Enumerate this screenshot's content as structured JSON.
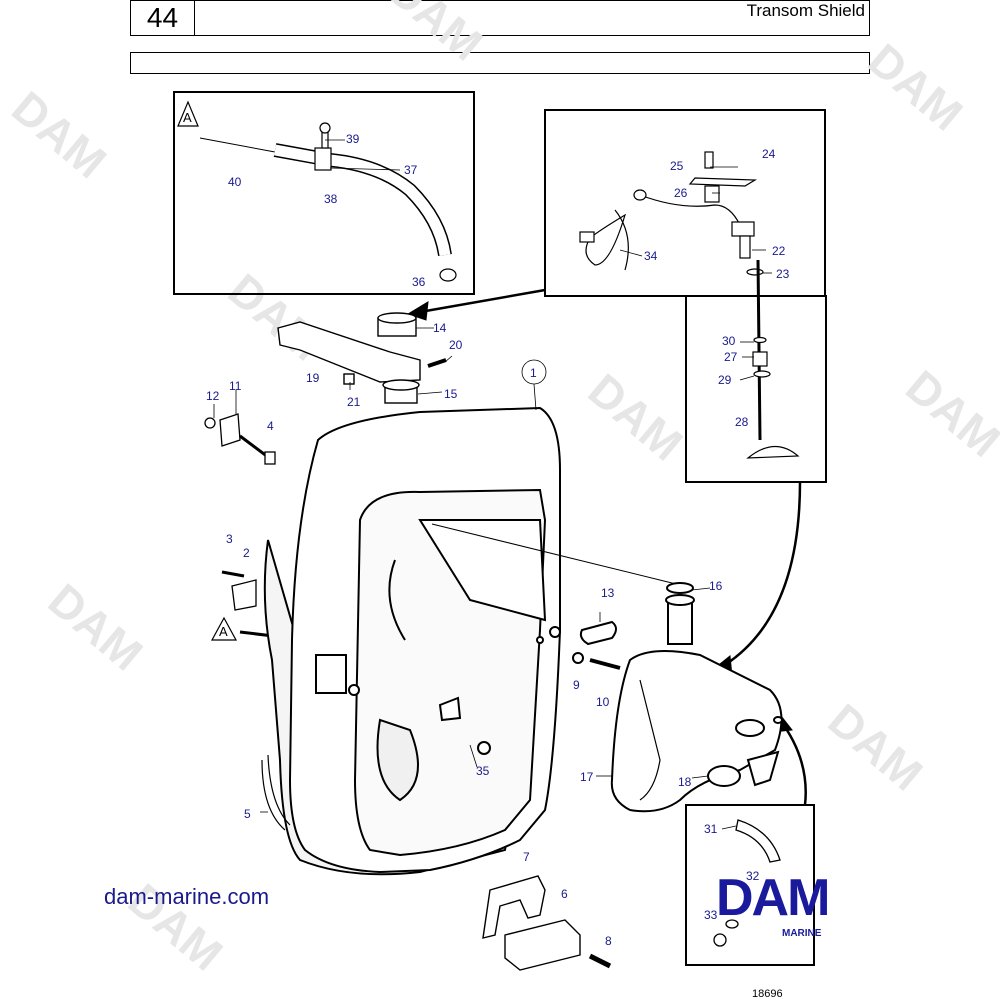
{
  "header": {
    "page_number": "44",
    "title": "Transom Shield"
  },
  "callouts": {
    "c1": "1",
    "c2": "2",
    "c3": "3",
    "c4": "4",
    "c5": "5",
    "c6": "6",
    "c7": "7",
    "c8": "8",
    "c9": "9",
    "c10": "10",
    "c11": "11",
    "c12": "12",
    "c13": "13",
    "c14": "14",
    "c15": "15",
    "c16": "16",
    "c17": "17",
    "c18": "18",
    "c19": "19",
    "c20": "20",
    "c21": "21",
    "c22": "22",
    "c23": "23",
    "c24": "24",
    "c25": "25",
    "c26": "26",
    "c27": "27",
    "c28": "28",
    "c29": "29",
    "c30": "30",
    "c31": "31",
    "c32": "32",
    "c33": "33",
    "c34": "34",
    "c35": "35",
    "c36": "36",
    "c37": "37",
    "c38": "38",
    "c39": "39",
    "c40": "40"
  },
  "markers": {
    "detail_a": "A"
  },
  "watermark": "DAM",
  "footer": {
    "website": "dam-marine.com",
    "logo_text": "DAM",
    "logo_subtext": "MARINE",
    "drawing_ref": "18696"
  },
  "colors": {
    "callout_text": "#1a1a8c",
    "logo_blue": "#1a1a9c",
    "line": "#000000"
  }
}
